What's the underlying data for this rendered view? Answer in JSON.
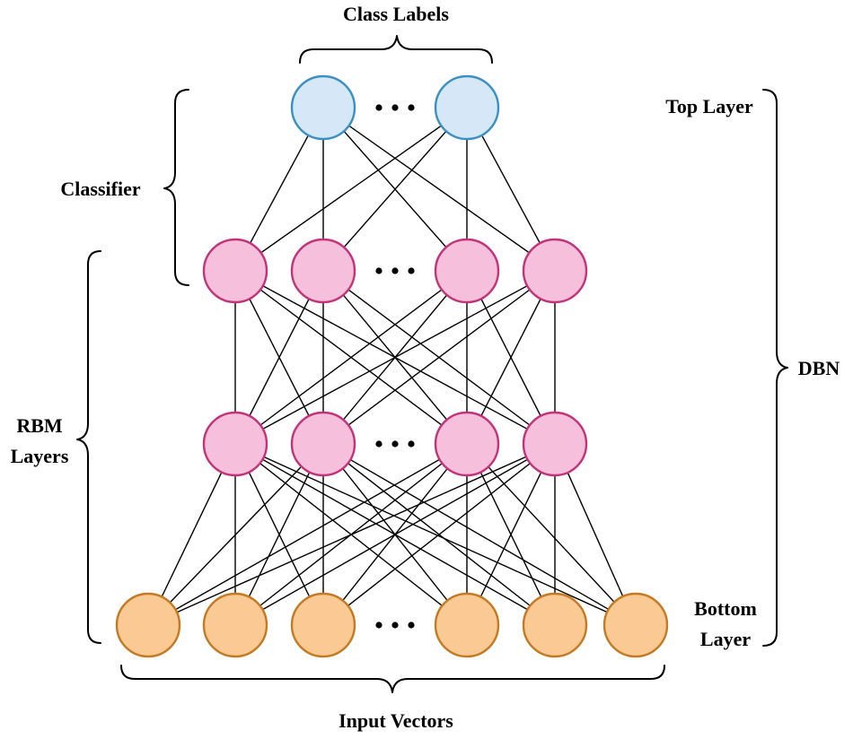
{
  "labels": {
    "class_labels": "Class Labels",
    "top_layer": "Top Layer",
    "classifier": "Classifier",
    "dbn": "DBN",
    "rbm_line1": "RBM",
    "rbm_line2": "Layers",
    "bottom_line1": "Bottom",
    "bottom_line2": "Layer",
    "input_vectors": "Input Vectors"
  },
  "colors": {
    "class_fill": "#d6e8f7",
    "class_stroke": "#3a8fc4",
    "hidden_fill": "#f6bfdc",
    "hidden_stroke": "#c2337a",
    "input_fill": "#fbc993",
    "input_stroke": "#c47a22"
  },
  "layers": [
    {
      "name": "class-layer",
      "role": "class",
      "visible_nodes": 2
    },
    {
      "name": "hidden-layer-1",
      "role": "hidden",
      "visible_nodes": 4
    },
    {
      "name": "hidden-layer-2",
      "role": "hidden",
      "visible_nodes": 4
    },
    {
      "name": "input-layer",
      "role": "input",
      "visible_nodes": 6
    }
  ]
}
